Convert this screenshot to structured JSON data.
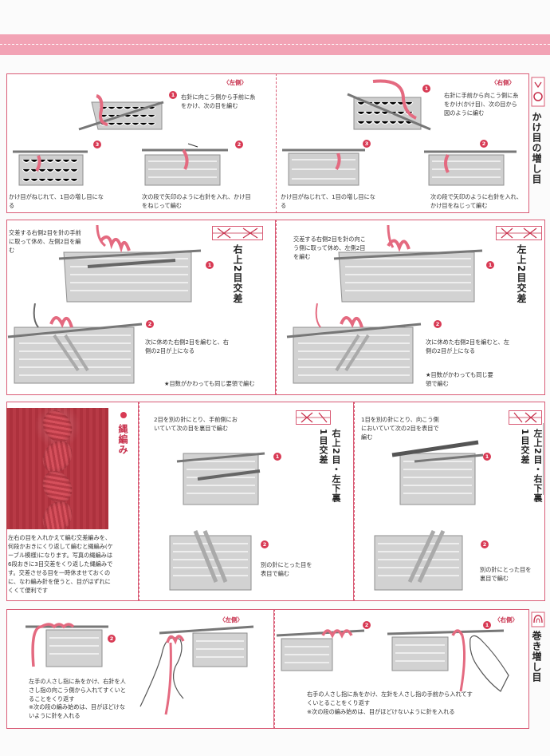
{
  "header": {
    "band_color": "#f2a3b5",
    "accent": "#d83a54"
  },
  "kakeme": {
    "title": "かけ目の増し目",
    "left_label": "〈左側〉",
    "right_label": "〈右側〉",
    "left_step1": "右針に向こう側から手前に糸をかけ、次の目を編む",
    "left_step2": "次の段で矢印のように右針を入れ、かけ目をねじって編む",
    "left_step3": "かけ目がねじれて、1目の増し目になる",
    "right_step1": "右針に手前から向こう側に糸をかけ(かけ目)、次の目から図のように編む",
    "right_step2": "次の段で矢印のように右針を入れ、かけ目をねじって編む",
    "right_step3": "かけ目がねじれて、1目の増し目になる",
    "n1": "1",
    "n2": "2",
    "n3": "3"
  },
  "cross2": {
    "left_title": "右上2目交差",
    "left_step1": "交差する右側2目を針の手前に取って休め、左側2目を編む",
    "left_step2": "次に休めた右側2目を編むと、右側の2目が上になる",
    "left_note": "★目数がかわっても同じ要領で編む",
    "right_title": "左上2目交差",
    "right_step1": "交差する右側2目を針の向こう側に取って休め、左側2目を編む",
    "right_step2": "次に休めた右側2目を編むと、左側の2目が上になる",
    "right_note": "★目数がかわっても同じ要領で編む"
  },
  "cable": {
    "title": "縄編み",
    "desc": "左右の目を入れかえて編む交差編みを、何段かおきにくり返して編むと縄編み(ケーブル模様)になります。写真の縄編みは6段おきに3目交差をくり返した縄編みです。交差させる目を一時休ませておくのに、なわ編み針を使うと、目がはずれにくくて便利です"
  },
  "purl_cross": {
    "left_title": "右上2目・左下裏1目交差",
    "left_step1": "2目を別の針にとり、手前側においていて次の目を裏目で編む",
    "left_step2": "別の針にとった目を表目で編む",
    "right_title": "左上2目・右下裏1目交差",
    "right_step1": "1目を別の針にとり、向こう側においていて次の2目を表目で編む",
    "right_step2": "別の針にとった目を裏目で編む"
  },
  "makimashi": {
    "title": "巻き増し目",
    "left_label": "〈左側〉",
    "right_label": "〈右側〉",
    "left_text": "左手の人さし指に糸をかけ、右針を人さし指の向こう側から入れてすくいとることをくり返す",
    "left_note": "※次の段の編み始めは、目がほどけないように針を入れる",
    "right_text": "右手の人さし指に糸をかけ、左針を人さし指の手前から入れてすくいとることをくり返す",
    "right_note": "※次の段の編み始めは、目がほどけないように針を入れる"
  }
}
